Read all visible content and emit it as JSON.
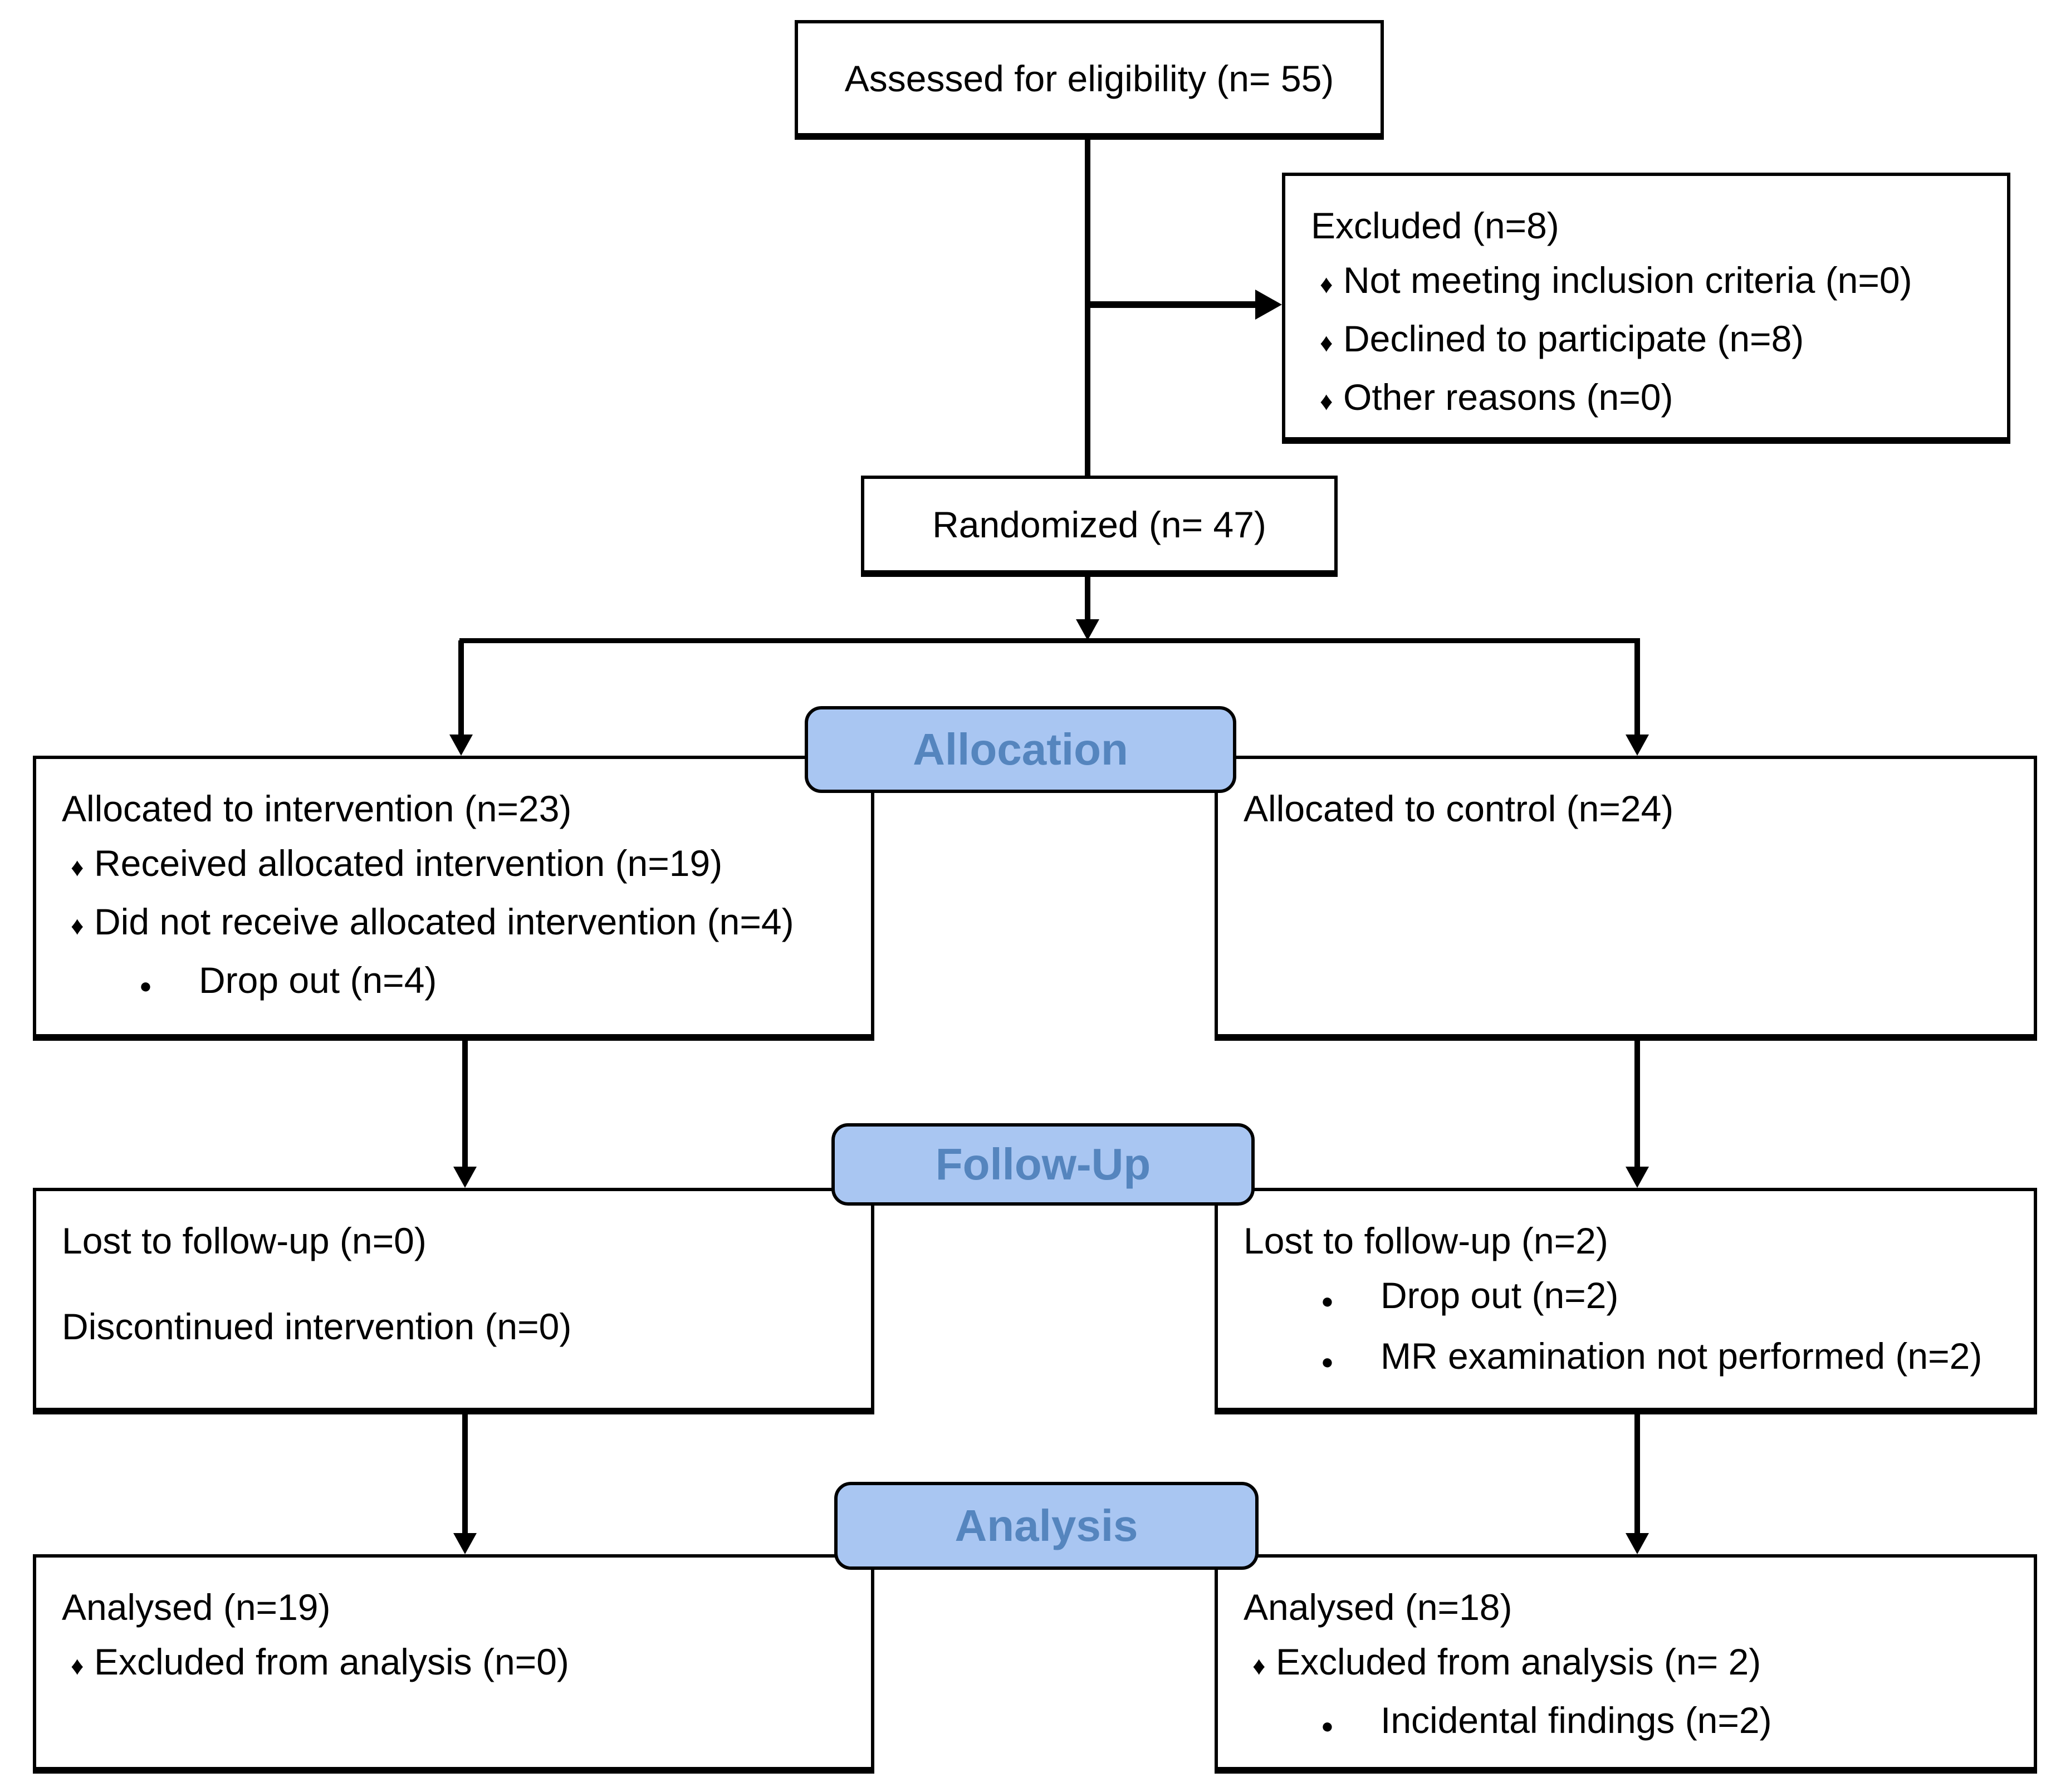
{
  "icons": {
    "diamond_bullet": "♦",
    "dot_bullet": "●"
  },
  "colors": {
    "band_fill": "#A9C6F2",
    "band_text": "#5585BE",
    "line": "#000000",
    "box_background": "#FFFFFF"
  },
  "bands": {
    "allocation": "Allocation",
    "followup": "Follow-Up",
    "analysis": "Analysis"
  },
  "boxes": {
    "assessed": {
      "title": "Assessed for eligibility (n= 55)"
    },
    "excluded": {
      "lines": [
        {
          "bullet": "",
          "text": "Excluded (n=8)"
        },
        {
          "bullet": "diamond",
          "text": "Not meeting inclusion criteria (n=0)"
        },
        {
          "bullet": "diamond",
          "text": "Declined to participate (n=8)"
        },
        {
          "bullet": "diamond",
          "text": "Other reasons (n=0)"
        }
      ]
    },
    "randomized": {
      "title": "Randomized (n= 47)"
    },
    "alloc_left": {
      "lines": [
        {
          "bullet": "",
          "text": "Allocated to intervention (n=23)"
        },
        {
          "bullet": "diamond",
          "text": "Received allocated intervention (n=19)"
        },
        {
          "bullet": "diamond",
          "text": "Did not receive allocated intervention (n=4)"
        },
        {
          "bullet": "dot",
          "text": "Drop out (n=4)"
        }
      ]
    },
    "alloc_right": {
      "lines": [
        {
          "bullet": "",
          "text": "Allocated to control (n=24)"
        }
      ]
    },
    "followup_left": {
      "lines": [
        {
          "bullet": "",
          "text": "Lost to follow-up (n=0)"
        },
        {
          "bullet": "",
          "text": "Discontinued intervention (n=0)"
        }
      ]
    },
    "followup_right": {
      "lines": [
        {
          "bullet": "",
          "text": "Lost to follow-up (n=2)"
        },
        {
          "bullet": "dot",
          "text": "Drop out (n=2)"
        },
        {
          "bullet": "dot",
          "text": "MR examination not performed (n=2)"
        }
      ]
    },
    "analysis_left": {
      "lines": [
        {
          "bullet": "",
          "text": "Analysed (n=19)"
        },
        {
          "bullet": "diamond",
          "text": "Excluded from analysis (n=0)"
        }
      ]
    },
    "analysis_right": {
      "lines": [
        {
          "bullet": "",
          "text": "Analysed (n=18)"
        },
        {
          "bullet": "diamond",
          "text": "Excluded from analysis (n= 2)"
        },
        {
          "bullet": "dot",
          "text": "Incidental findings (n=2)"
        }
      ]
    }
  }
}
